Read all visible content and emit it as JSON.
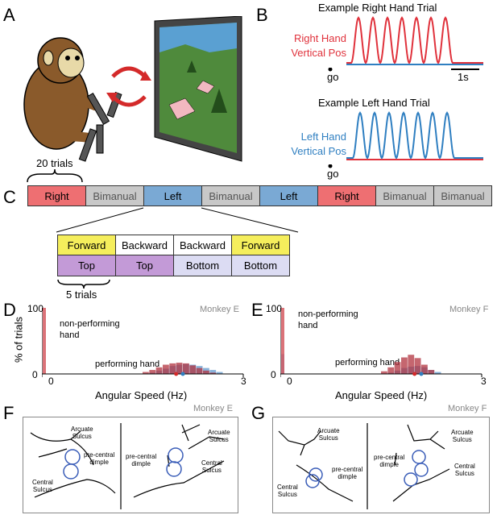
{
  "panel_labels": {
    "A": "A",
    "B": "B",
    "C": "C",
    "D": "D",
    "E": "E",
    "F": "F",
    "G": "G"
  },
  "panel_b": {
    "right_trial_title": "Example Right Hand Trial",
    "right_label_line1": "Right Hand",
    "right_label_line2": "Vertical Pos",
    "left_trial_title": "Example Left Hand Trial",
    "left_label_line1": "Left Hand",
    "left_label_line2": "Vertical Pos",
    "go_label": "go",
    "scale_label": "1s",
    "colors": {
      "right": "#e0323c",
      "left": "#2f7fc1"
    }
  },
  "panel_c": {
    "trials_label": "20 trials",
    "blocks": [
      "Right",
      "Bimanual",
      "Left",
      "Bimanual",
      "Left",
      "Right",
      "Bimanual",
      "Bimanual"
    ],
    "direction_row": [
      "Forward",
      "Backward",
      "Backward",
      "Forward"
    ],
    "position_row": [
      "Top",
      "Top",
      "Bottom",
      "Bottom"
    ],
    "five_trials_label": "5 trials",
    "colors": {
      "Right": "#ee6f72",
      "Left": "#7aa9d4",
      "Bimanual": "#c8c8c8",
      "Forward": "#f5ee5c",
      "Backward": "#ffffff",
      "Top": "#c39ad7",
      "Bottom": "#dcdcf3"
    }
  },
  "panel_d": {
    "monkey": "Monkey E",
    "ylabel": "% of trials",
    "xlabel": "Angular Speed (Hz)",
    "non_performing_line1": "non-performing",
    "non_performing_line2": "hand",
    "performing_label": "performing hand",
    "yticks": [
      "0",
      "100"
    ],
    "xticks": [
      "0",
      "3"
    ]
  },
  "panel_e": {
    "monkey": "Monkey F",
    "xlabel": "Angular Speed (Hz)",
    "non_performing_line1": "non-performing",
    "non_performing_line2": "hand",
    "performing_label": "performing hand",
    "yticks": [
      "0",
      "100"
    ],
    "xticks": [
      "0",
      "3"
    ]
  },
  "panel_f": {
    "monkey": "Monkey E",
    "arcuate_l1": "Arcuate",
    "arcuate_l2": "Sulcus",
    "precentral_l1": "pre-central",
    "precentral_l2": "dimple",
    "central_l1": "Central",
    "central_l2": "Sulcus"
  },
  "panel_g": {
    "monkey": "Monkey F",
    "arcuate_l1": "Arcuate",
    "arcuate_l2": "Sulcus",
    "precentral_l1": "pre-central",
    "precentral_l2": "dimple",
    "central_l1": "Central",
    "central_l2": "Sulcus"
  }
}
